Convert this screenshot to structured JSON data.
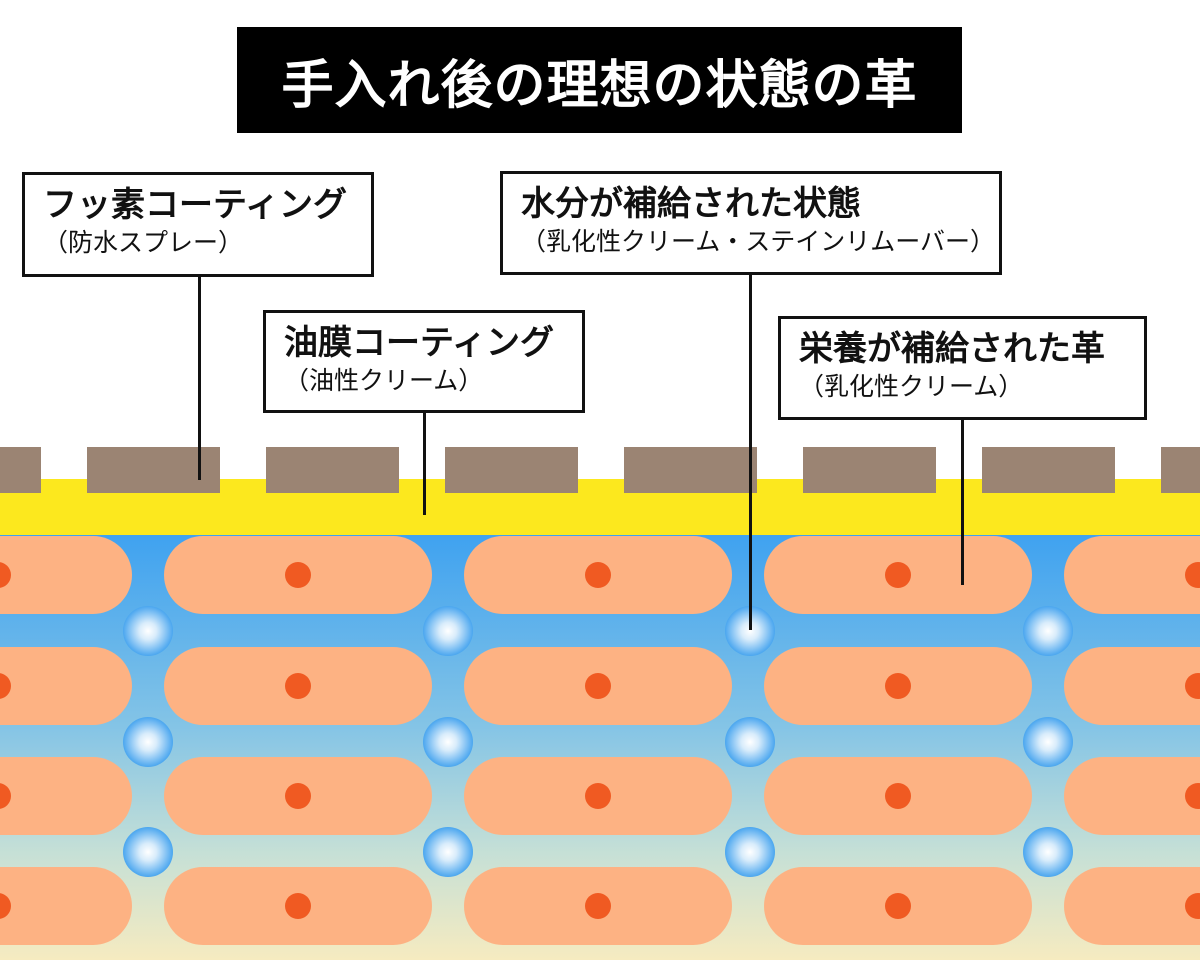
{
  "title": "手入れ後の理想の状態の革",
  "labels": [
    {
      "id": "fluorine",
      "main": "フッ素コーティング",
      "sub": "（防水スプレー）"
    },
    {
      "id": "oil-film",
      "main": "油膜コーティング",
      "sub": "（油性クリーム）"
    },
    {
      "id": "moisture",
      "main": "水分が補給された状態",
      "sub": "（乳化性クリーム・ステインリムーバー）"
    },
    {
      "id": "nutrition",
      "main": "栄養が補給された革",
      "sub": "（乳化性クリーム）"
    }
  ],
  "colors": {
    "fluorine_blocks": "#9b8473",
    "oil_film": "#fce81e",
    "water_top": "#3fa2f0",
    "water_bottom": "#f6ebc0",
    "fiber": "#fdb283",
    "nucleus": "#f05a22",
    "water_drop": "#5fb3f5"
  },
  "icons": [
    "fiber-cell",
    "nucleus-dot",
    "water-drop"
  ]
}
